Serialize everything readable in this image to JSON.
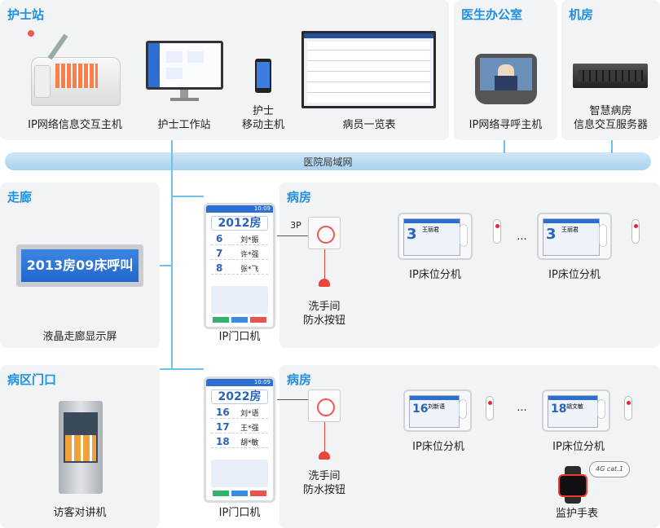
{
  "panels": {
    "nurse_station": "护士站",
    "doctor_office": "医生办公室",
    "machine_room": "机房",
    "corridor": "走廊",
    "ward_1": "病房",
    "ward_2": "病房",
    "ward_entrance": "病区门口"
  },
  "labels": {
    "ip_info_host": "IP网络信息交互主机",
    "nurse_workstation": "护士工作站",
    "nurse_mobile_line1": "护士",
    "nurse_mobile_line2": "移动主机",
    "patient_overview": "病员一览表",
    "ip_paging_host": "IP网络寻呼主机",
    "server_line1": "智慧病房",
    "server_line2": "信息交互服务器",
    "lan": "医院局域网",
    "corridor_display": "液晶走廊显示屏",
    "door_unit_1": "IP门口机",
    "door_unit_2": "IP门口机",
    "washroom_btn_1_line1": "洗手间",
    "washroom_btn_1_line2": "防水按钮",
    "washroom_btn_2_line1": "洗手间",
    "washroom_btn_2_line2": "防水按钮",
    "bed_unit_1": "IP床位分机",
    "bed_unit_2": "IP床位分机",
    "bed_unit_3": "IP床位分机",
    "bed_unit_4": "IP床位分机",
    "visitor_intercom": "访客对讲机",
    "monitor_watch": "监护手表",
    "ellipsis_1": "···",
    "ellipsis_2": "···",
    "cable_3p": "3P",
    "watch_badge": "4G cat.1"
  },
  "corridor_screen_text": "2013房09床呼叫",
  "door_units": [
    {
      "time": "10:09",
      "room": "2012房",
      "beds": [
        {
          "no": "6",
          "name": "刘*振"
        },
        {
          "no": "7",
          "name": "许*强"
        },
        {
          "no": "8",
          "name": "张*飞"
        }
      ]
    },
    {
      "time": "10:09",
      "room": "2022房",
      "beds": [
        {
          "no": "16",
          "name": "刘*语"
        },
        {
          "no": "17",
          "name": "王*强"
        },
        {
          "no": "18",
          "name": "胡*敏"
        }
      ]
    }
  ],
  "bed_screens": [
    {
      "num": "3",
      "name": "王丽君"
    },
    {
      "num": "3",
      "name": "王丽君"
    },
    {
      "num": "16",
      "name": "刘新语"
    },
    {
      "num": "18",
      "name": "胡文敏"
    }
  ],
  "colors": {
    "title_blue": "#1f8fe0",
    "line": "#6ec1ea",
    "panel_bg": "#f2f3f4",
    "door_blue": "#2c62b7"
  }
}
